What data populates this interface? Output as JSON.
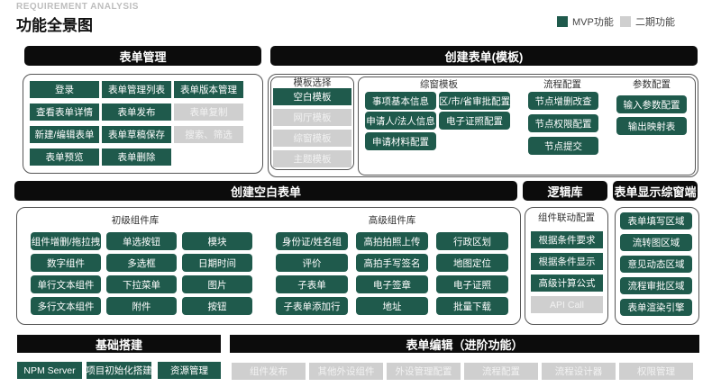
{
  "header": {
    "eyebrow": "REQUIREMENT ANALYSIS",
    "title": "功能全景图",
    "legend": [
      {
        "label": "MVP功能",
        "color": "#1f5a4c"
      },
      {
        "label": "二期功能",
        "color": "#cfcfcf"
      }
    ]
  },
  "colors": {
    "mvp": "#1f5a4c",
    "phase2": "#cfcfcf",
    "bar": "#0c0c0c"
  },
  "form_management": {
    "title": "表单管理",
    "items": [
      {
        "label": "登录",
        "phase": "mvp"
      },
      {
        "label": "表单管理列表",
        "phase": "mvp"
      },
      {
        "label": "表单版本管理",
        "phase": "mvp"
      },
      {
        "label": "查看表单详情",
        "phase": "mvp"
      },
      {
        "label": "表单发布",
        "phase": "mvp"
      },
      {
        "label": "表单复制",
        "phase": "phase2"
      },
      {
        "label": "新建/编辑表单",
        "phase": "mvp"
      },
      {
        "label": "表单草稿保存",
        "phase": "mvp"
      },
      {
        "label": "搜索、筛选",
        "phase": "phase2"
      },
      {
        "label": "表单预览",
        "phase": "mvp"
      },
      {
        "label": "表单删除",
        "phase": "mvp"
      }
    ]
  },
  "create_form_template": {
    "title": "创建表单(模板)",
    "template_select": {
      "title": "模板选择",
      "items": [
        {
          "label": "空白模板",
          "phase": "mvp"
        },
        {
          "label": "网厅模板",
          "phase": "phase2"
        },
        {
          "label": "综窗模板",
          "phase": "phase2"
        },
        {
          "label": "主题模板",
          "phase": "phase2"
        }
      ]
    },
    "window_template": {
      "title": "综窗模板",
      "items": [
        {
          "label": "事项基本信息",
          "phase": "mvp"
        },
        {
          "label": "区/市/省审批配置",
          "phase": "mvp"
        },
        {
          "label": "申请人/法人信息",
          "phase": "mvp"
        },
        {
          "label": "电子证照配置",
          "phase": "mvp"
        },
        {
          "label": "申请材料配置",
          "phase": "mvp"
        }
      ]
    },
    "flow_config": {
      "title": "流程配置",
      "items": [
        {
          "label": "节点增删改查",
          "phase": "mvp"
        },
        {
          "label": "节点权限配置",
          "phase": "mvp"
        },
        {
          "label": "节点提交",
          "phase": "mvp"
        }
      ]
    },
    "param_config": {
      "title": "参数配置",
      "items": [
        {
          "label": "输入参数配置",
          "phase": "mvp"
        },
        {
          "label": "输出映射表",
          "phase": "mvp"
        }
      ]
    }
  },
  "create_blank_form": {
    "title": "创建空白表单",
    "basic": {
      "title": "初级组件库",
      "items": [
        {
          "label": "组件增删/拖拉拽",
          "phase": "mvp"
        },
        {
          "label": "单选按钮",
          "phase": "mvp"
        },
        {
          "label": "模块",
          "phase": "mvp"
        },
        {
          "label": "数字组件",
          "phase": "mvp"
        },
        {
          "label": "多选框",
          "phase": "mvp"
        },
        {
          "label": "日期时间",
          "phase": "mvp"
        },
        {
          "label": "单行文本组件",
          "phase": "mvp"
        },
        {
          "label": "下拉菜单",
          "phase": "mvp"
        },
        {
          "label": "图片",
          "phase": "mvp"
        },
        {
          "label": "多行文本组件",
          "phase": "mvp"
        },
        {
          "label": "附件",
          "phase": "mvp"
        },
        {
          "label": "按钮",
          "phase": "mvp"
        }
      ]
    },
    "advanced": {
      "title": "高级组件库",
      "items": [
        {
          "label": "身份证/姓名组",
          "phase": "mvp"
        },
        {
          "label": "高拍拍照上传",
          "phase": "mvp"
        },
        {
          "label": "行政区划",
          "phase": "mvp"
        },
        {
          "label": "评价",
          "phase": "mvp"
        },
        {
          "label": "高拍手写签名",
          "phase": "mvp"
        },
        {
          "label": "地图定位",
          "phase": "mvp"
        },
        {
          "label": "子表单",
          "phase": "mvp"
        },
        {
          "label": "电子签章",
          "phase": "mvp"
        },
        {
          "label": "电子证照",
          "phase": "mvp"
        },
        {
          "label": "子表单添加行",
          "phase": "mvp"
        },
        {
          "label": "地址",
          "phase": "mvp"
        },
        {
          "label": "批量下载",
          "phase": "mvp"
        }
      ]
    }
  },
  "logic": {
    "title": "逻辑库",
    "subtitle": "组件联动配置",
    "items": [
      {
        "label": "根据条件要求",
        "phase": "mvp"
      },
      {
        "label": "根据条件显示",
        "phase": "mvp"
      },
      {
        "label": "高级计算公式",
        "phase": "mvp"
      },
      {
        "label": "API Call",
        "phase": "phase2"
      }
    ]
  },
  "display": {
    "title": "表单显示综窗端",
    "items": [
      {
        "label": "表单填写区域",
        "phase": "mvp"
      },
      {
        "label": "流转图区域",
        "phase": "mvp"
      },
      {
        "label": "意见动态区域",
        "phase": "mvp"
      },
      {
        "label": "流程审批区域",
        "phase": "mvp"
      },
      {
        "label": "表单渲染引擎",
        "phase": "mvp"
      }
    ]
  },
  "foundation": {
    "title": "基础搭建",
    "items": [
      {
        "label": "NPM Server",
        "phase": "mvp"
      },
      {
        "label": "项目初始化搭建",
        "phase": "mvp"
      },
      {
        "label": "资源管理",
        "phase": "mvp"
      }
    ]
  },
  "advanced_edit": {
    "title": "表单编辑（进阶功能）",
    "items": [
      {
        "label": "组件发布",
        "phase": "phase2"
      },
      {
        "label": "其他外设组件",
        "phase": "phase2"
      },
      {
        "label": "外设管理配置",
        "phase": "phase2"
      },
      {
        "label": "流程配置",
        "phase": "phase2"
      },
      {
        "label": "流程设计器",
        "phase": "phase2"
      },
      {
        "label": "权限管理",
        "phase": "phase2"
      }
    ]
  }
}
